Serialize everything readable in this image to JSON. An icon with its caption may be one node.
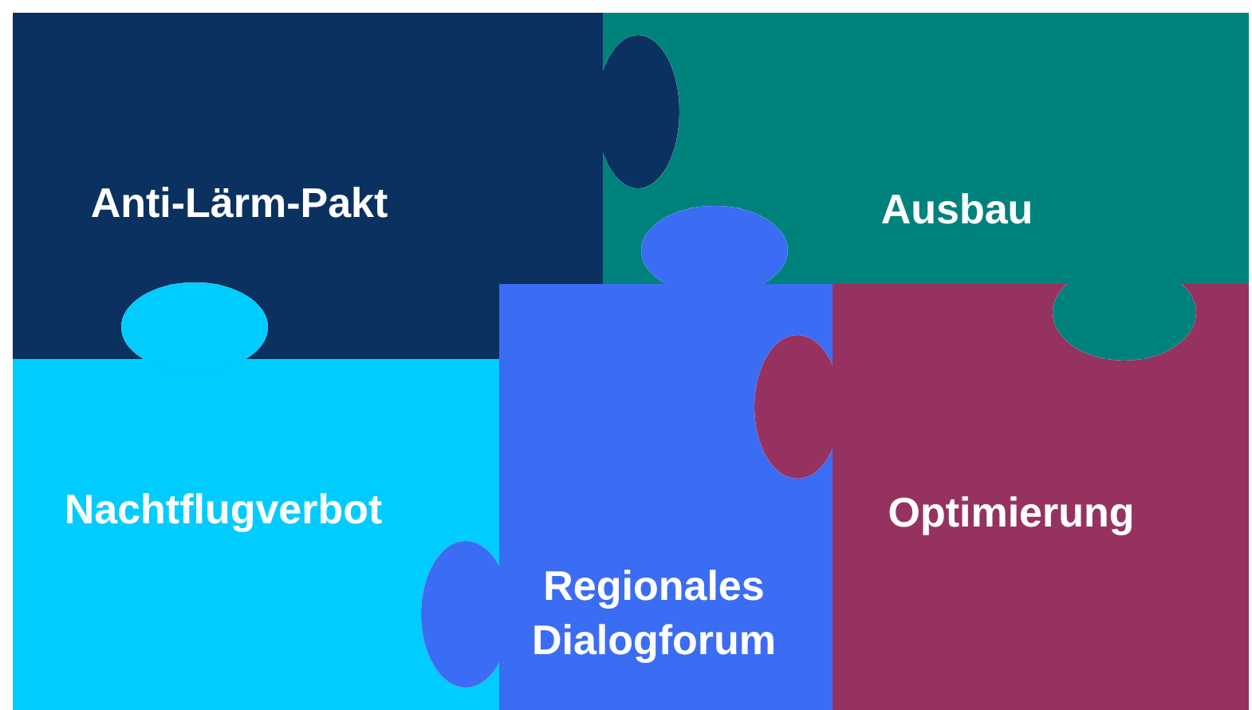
{
  "diagram": {
    "nodes": [
      {
        "text": [
          "Anti-Lärm-Pakt"
        ]
      },
      {
        "text": [
          "Ausbau"
        ]
      },
      {
        "text": [
          "Nachtflugverbot"
        ]
      },
      {
        "text": [
          "Regionales Dialogforum"
        ]
      },
      {
        "text": [
          "Optimierung"
        ]
      }
    ]
  }
}
